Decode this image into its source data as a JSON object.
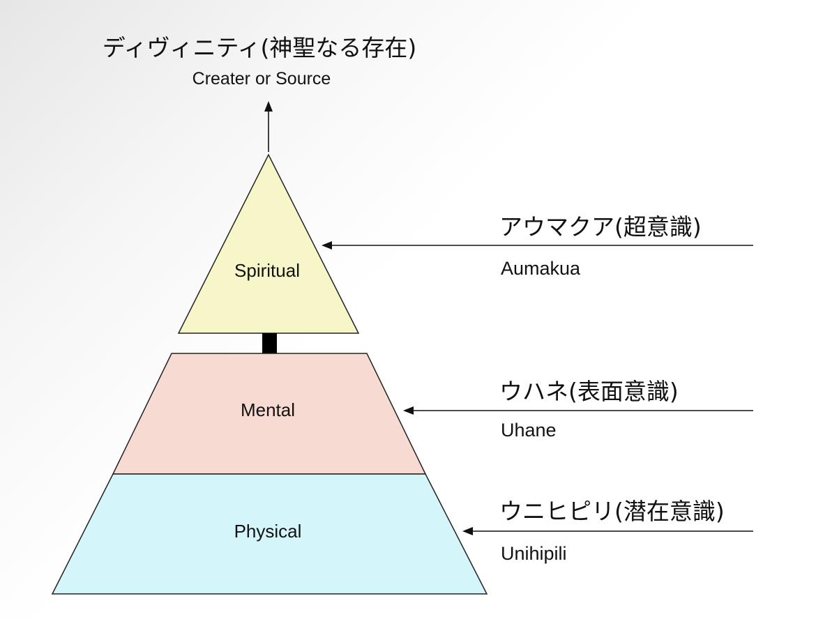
{
  "top": {
    "title_jp": "ディヴィニティ(神聖なる存在)",
    "title_en": "Creater or Source"
  },
  "tiers": {
    "spiritual": {
      "label": "Spiritual",
      "color": "#f7f6c8"
    },
    "mental": {
      "label": "Mental",
      "color": "#f7dbd2"
    },
    "physical": {
      "label": "Physical",
      "color": "#d4f6fb"
    }
  },
  "annotations": {
    "aumakua": {
      "jp": "アウマクア(超意識)",
      "en": "Aumakua"
    },
    "uhane": {
      "jp": "ウハネ(表面意識)",
      "en": "Uhane"
    },
    "unihipili": {
      "jp": "ウニヒピリ(潜在意識)",
      "en": "Unihipili"
    }
  }
}
